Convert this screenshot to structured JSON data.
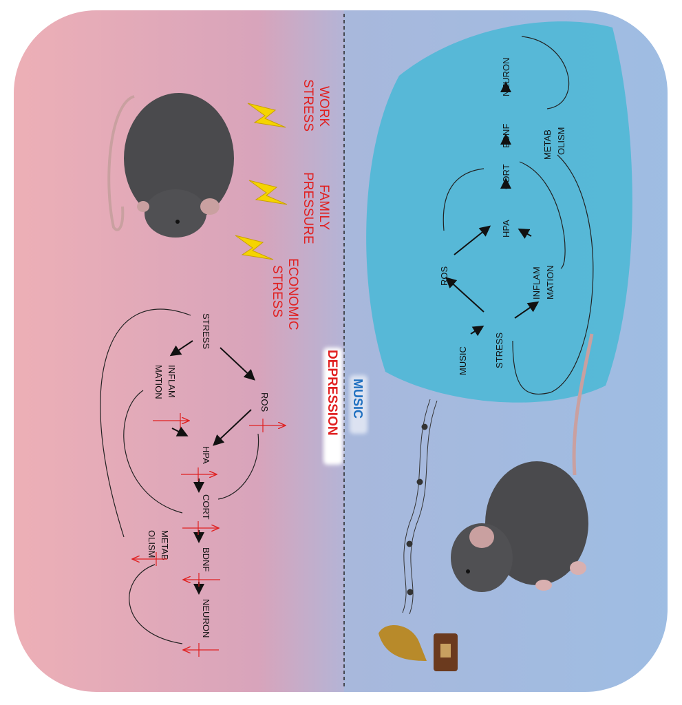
{
  "stressors": [
    {
      "lines": [
        "WORK",
        "STRESS"
      ]
    },
    {
      "lines": [
        "FAMILY",
        "PRESSURE"
      ]
    },
    {
      "lines": [
        "ECONOMIC",
        "STRESS"
      ]
    }
  ],
  "panels": {
    "depression": {
      "title": "DEPRESSION",
      "nodes": {
        "stress": "STRESS",
        "inflam1": "INFLAM",
        "inflam2": "MATION",
        "ros": "ROS",
        "hpa": "HPA",
        "cort": "CORT",
        "bdnf": "BDNF",
        "neuron": "NEURON",
        "metab1": "METAB",
        "metab2": "OLISM"
      }
    },
    "music": {
      "title": "MUSIC",
      "nodes": {
        "music": "MUSIC",
        "stress": "STRESS",
        "inflam1": "INFLAM",
        "inflam2": "MATION",
        "ros": "ROS",
        "hpa": "HPA",
        "cort": "CORT",
        "bdnf": "BDNF",
        "neuron": "NEURON",
        "metab1": "METAB",
        "metab2": "OLISM"
      }
    }
  },
  "colors": {
    "depression": "#e02020",
    "music": "#1e6fc0",
    "left_bg": "#e9aab2",
    "right_bg": "#a3bde0",
    "bubble": "#4fb8d6"
  }
}
